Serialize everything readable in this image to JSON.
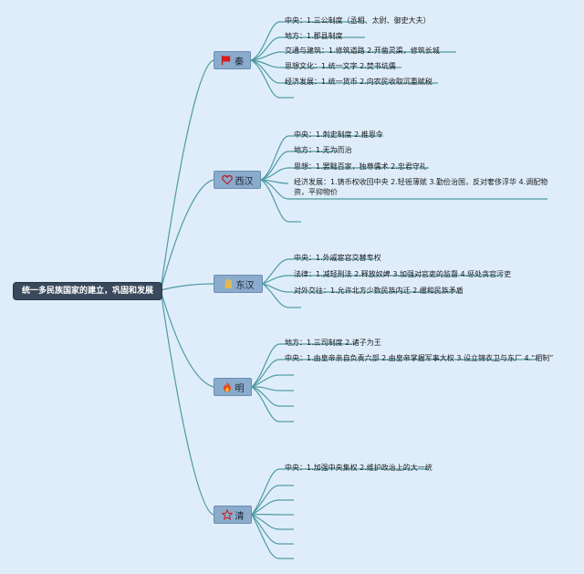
{
  "root": {
    "label": "统一多民族国家的建立，巩固和发展"
  },
  "branches": [
    {
      "name": "秦",
      "icon": "red-flag-icon",
      "items": [
        "中央：1.三公制度（丞相、太尉、御史大夫）",
        "地方：1.郡县制度",
        "交通与建筑：1.修筑道路 2.开凿灵渠，修筑长城",
        "思想文化：1.统一文字 2.焚书坑儒",
        "经济发展：1.统一货币 2.向农民收取沉重赋税"
      ]
    },
    {
      "name": "西汉",
      "icon": "heart-icon",
      "items": [
        "中央：1.刺史制度 2.推恩令",
        "地方：1.无为而治",
        "思想：1.罢黜百家，独尊儒术 2.忠君守礼",
        "经济发展：1.铸币权收回中央 2.轻徭薄赋 3.勤俭治国，反对奢侈浮华 4.调配物资，平抑物价"
      ]
    },
    {
      "name": "东汉",
      "icon": "hand-icon",
      "items": [
        "中央：1.外戚宦官交替专权",
        "法律：1.减轻刑法 2.释放奴婢 3.加强对官吏的监督 4.惩处贪官污吏",
        "对外交往：1.允许北方少数民族内迁 2.缓和民族矛盾"
      ]
    },
    {
      "name": "明",
      "icon": "fire-icon",
      "items": [
        "地方：1.三司制度 2.诸子为王",
        "中央：1.由皇帝亲自负责六部 2.由皇帝掌握军事大权 3.设立锦衣卫与东厂 4.“相制”"
      ]
    },
    {
      "name": "清",
      "icon": "star-icon",
      "items": [
        "中央：1.加强中央集权 2.维护政治上的大一统"
      ]
    }
  ]
}
